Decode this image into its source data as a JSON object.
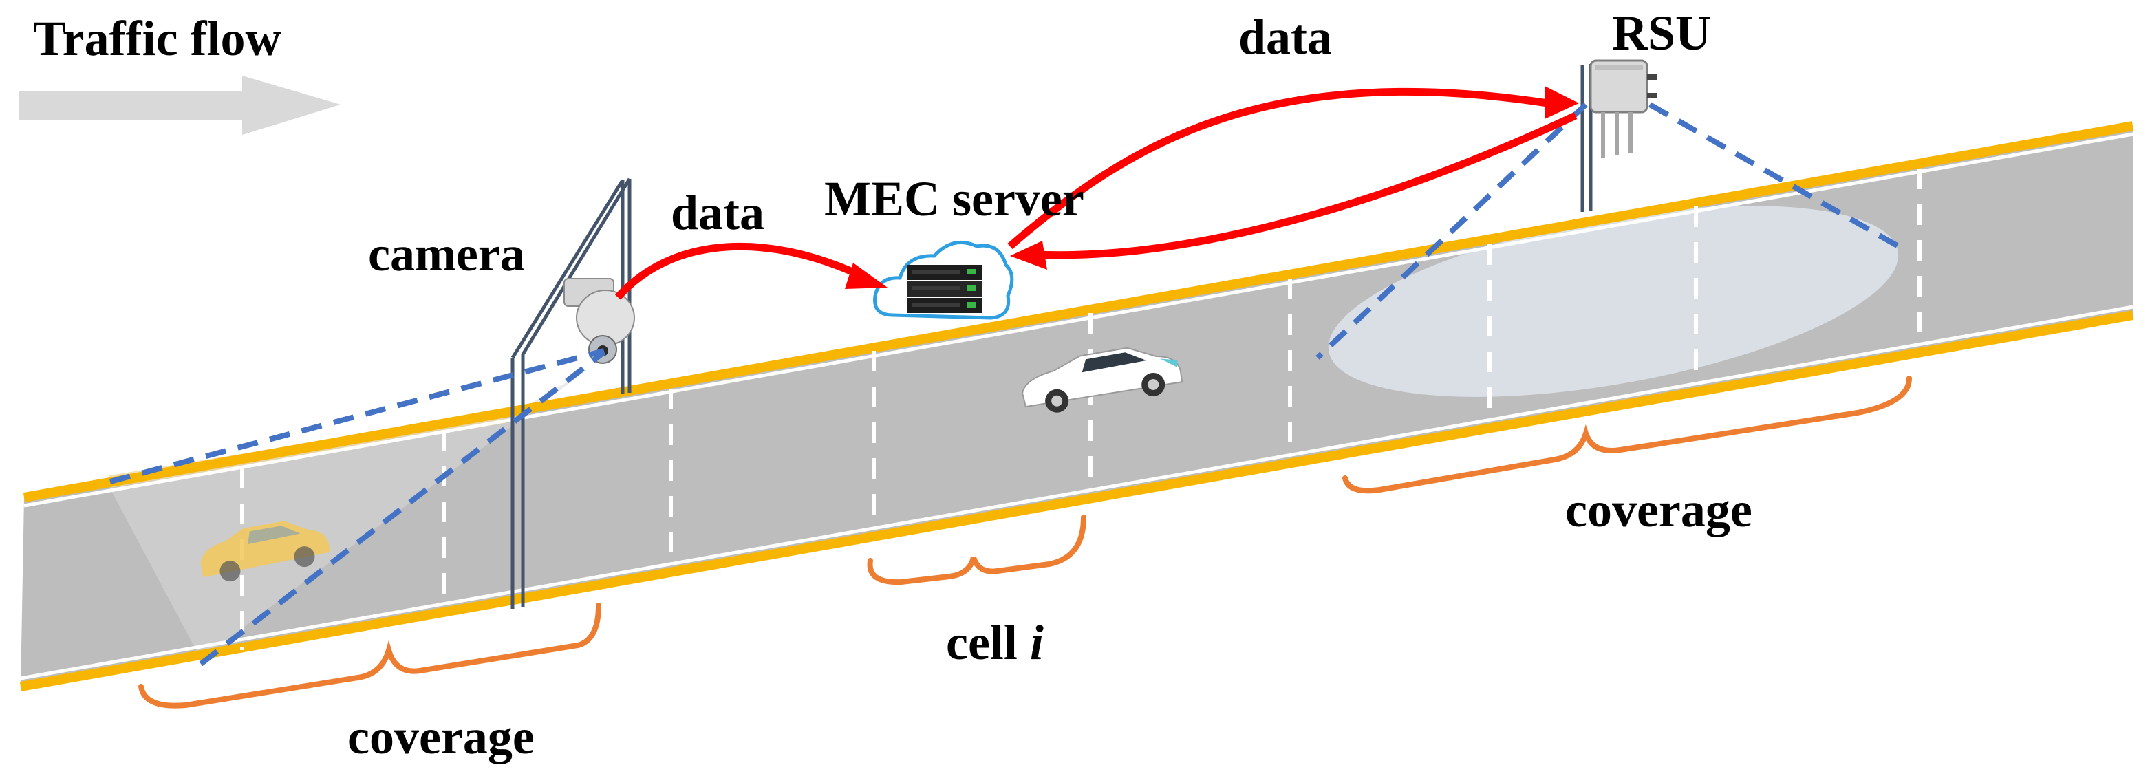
{
  "labels": {
    "traffic_flow": "Traffic flow",
    "camera": "camera",
    "data_camera": "data",
    "mec_server": "MEC server",
    "data_rsu": "data",
    "rsu": "RSU",
    "coverage_camera": "coverage",
    "cell_word": "cell ",
    "cell_index": "i",
    "coverage_rsu": "coverage"
  },
  "colors": {
    "road_surface": "#bdbdbd",
    "road_edge": "#f7b500",
    "lane_marking": "#ffffff",
    "coverage_dashes": "#4472c4",
    "data_arrows": "#ff0000",
    "braces": "#ed7d31",
    "flow_arrow": "#d9d9d9",
    "coverage_ellipse": "#dde2ea",
    "cloud_outline": "#2e9fe0"
  },
  "icons": {
    "camera": "dome-camera-icon",
    "mec_server": "cloud-server-icon",
    "rsu": "roadside-unit-icon",
    "vehicle_camera_zone": "yellow-car-icon",
    "vehicle_cell": "white-car-icon"
  }
}
